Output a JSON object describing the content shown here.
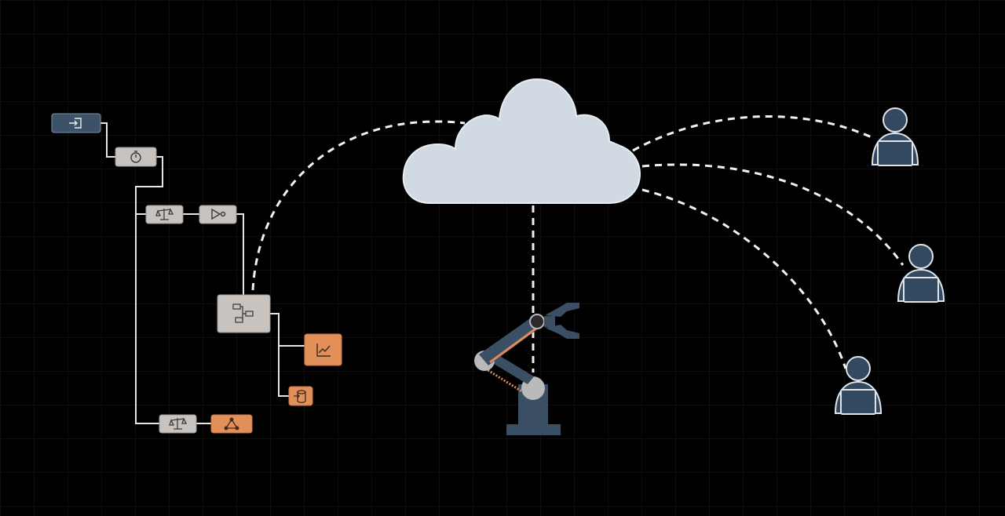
{
  "colors": {
    "background": "#000000",
    "grid": "#1c1c1c",
    "wire": "#e6e6e6",
    "dashed_link": "#f2f2f2",
    "node_gray": "#c9c3c0",
    "node_gray_border": "#9d9794",
    "node_navy": "#3c5269",
    "node_orange": "#e38f5a",
    "cloud": "#d1dae2",
    "robot_navy": "#3b4f64",
    "robot_gray": "#b9b9b9",
    "robot_orange": "#e0895a",
    "user_navy": "#33495f",
    "user_outline": "#dfe5ea"
  },
  "flow_nodes": [
    {
      "name": "input-node",
      "icon": "login-arrow-icon",
      "style": "navy"
    },
    {
      "name": "delay-node",
      "icon": "stopwatch-icon",
      "style": "gray"
    },
    {
      "name": "switch-node-upper",
      "icon": "balance-scale-icon",
      "style": "gray"
    },
    {
      "name": "filter-node",
      "icon": "play-circle-icon",
      "style": "gray"
    },
    {
      "name": "subflow-node",
      "icon": "hierarchy-icon",
      "style": "gray"
    },
    {
      "name": "chart-node",
      "icon": "line-chart-icon",
      "style": "orange"
    },
    {
      "name": "database-node",
      "icon": "database-icon",
      "style": "orange"
    },
    {
      "name": "switch-node-lower",
      "icon": "balance-scale-icon",
      "style": "gray"
    },
    {
      "name": "network-node",
      "icon": "network-triangle-icon",
      "style": "orange"
    }
  ],
  "cloud": {
    "icon": "cloud-icon"
  },
  "robot": {
    "icon": "robotic-arm-icon"
  },
  "users": [
    {
      "name": "user-top",
      "icon": "user-laptop-icon"
    },
    {
      "name": "user-middle",
      "icon": "user-laptop-icon"
    },
    {
      "name": "user-bottom",
      "icon": "user-laptop-icon"
    }
  ]
}
